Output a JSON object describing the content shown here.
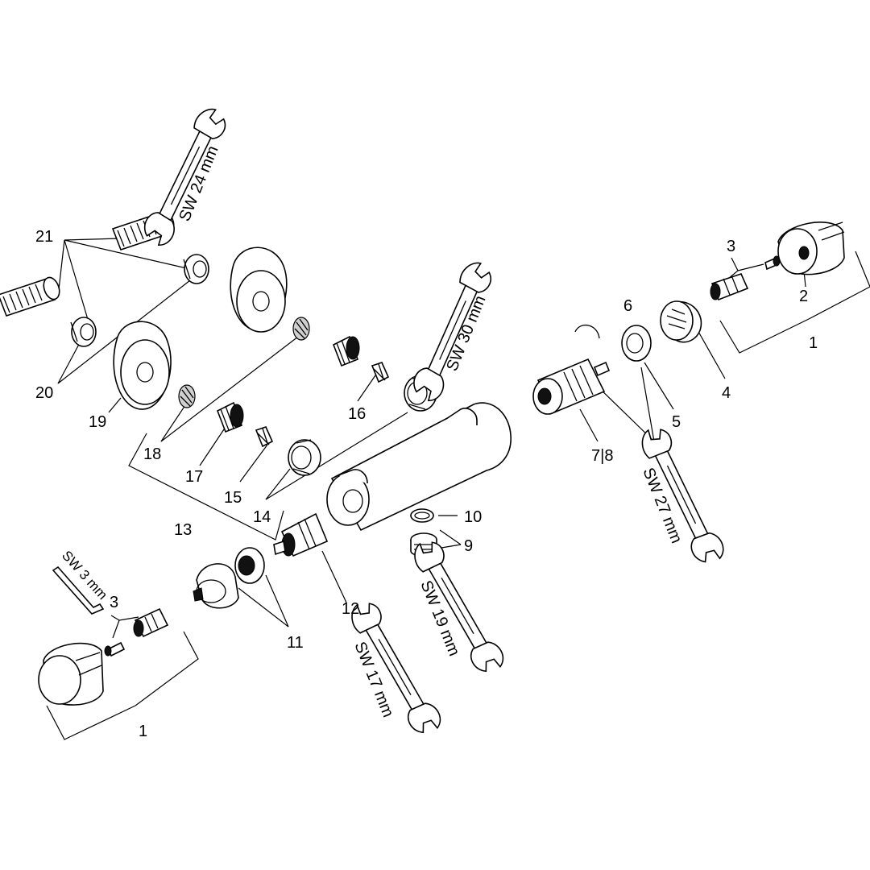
{
  "labels": {
    "l1a": "1",
    "l1b": "1",
    "l2": "2",
    "l3a": "3",
    "l3b": "3",
    "l4": "4",
    "l5": "5",
    "l6": "6",
    "l78": "7|8",
    "l9": "9",
    "l10": "10",
    "l11": "11",
    "l12": "12",
    "l13": "13",
    "l14": "14",
    "l15": "15",
    "l16": "16",
    "l17": "17",
    "l18": "18",
    "l19": "19",
    "l20": "20",
    "l21": "21"
  },
  "wrenches": {
    "w24": "SW 24 mm",
    "w30": "SW 30 mm",
    "w27": "SW 27 mm",
    "w19": "SW 19 mm",
    "w17": "SW 17 mm",
    "w3": "SW 3 mm"
  },
  "icons": {
    "wrench": "open-end-wrench-icon",
    "hex-key": "allen-key-icon"
  }
}
